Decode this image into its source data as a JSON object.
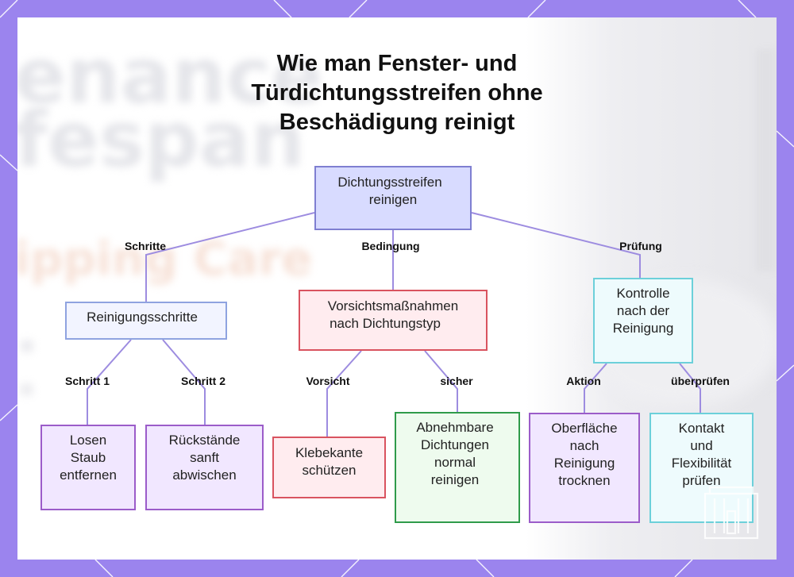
{
  "title": [
    "Wie man Fenster- und",
    "Türdichtungsstreifen ohne",
    "Beschädigung reinigt"
  ],
  "background_text": [
    "enance",
    "fespan",
    "ipping Care"
  ],
  "nodes": {
    "root": [
      "Dichtungsstreifen",
      "reinigen"
    ],
    "steps": [
      "Reinigungsschritte"
    ],
    "precautions": [
      "Vorsichtsmaßnahmen",
      "nach Dichtungstyp"
    ],
    "check": [
      "Kontrolle",
      "nach der",
      "Reinigung"
    ],
    "dust": [
      "Losen",
      "Staub",
      "entfernen"
    ],
    "residue": [
      "Rückstände",
      "sanft",
      "abwischen"
    ],
    "adhesive": [
      "Klebekante",
      "schützen"
    ],
    "removable": [
      "Abnehmbare",
      "Dichtungen",
      "normal",
      "reinigen"
    ],
    "dry": [
      "Oberfläche",
      "nach",
      "Reinigung",
      "trocknen"
    ],
    "contact": [
      "Kontakt",
      "und",
      "Flexibilität",
      "prüfen"
    ]
  },
  "edge_labels": {
    "steps": "Schritte",
    "condition": "Bedingung",
    "check": "Prüfung",
    "step1": "Schritt 1",
    "step2": "Schritt 2",
    "caution": "Vorsicht",
    "safe": "sicher",
    "action": "Aktion",
    "verify": "überprüfen"
  },
  "colors": {
    "edge": "#9d8ce0",
    "frame": "#9b84ee",
    "root_fill": "#d8dbff",
    "steps_border": "#8fa3e0",
    "precautions_border": "#d9535f",
    "check_border": "#6cd0da",
    "leaf_purple_border": "#9b5cc9",
    "leaf_green_border": "#2f9b4a"
  }
}
